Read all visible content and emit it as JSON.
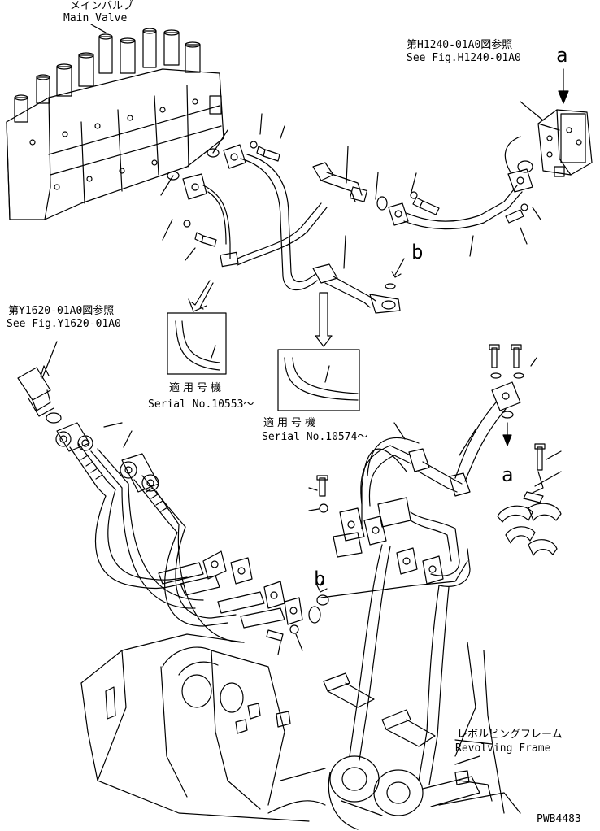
{
  "labels": {
    "main_valve_jp": "メインバルブ",
    "main_valve_en": "Main Valve",
    "ref_h1240_jp": "第H1240-01A0図参照",
    "ref_h1240_en": "See Fig.H1240-01A0",
    "ref_y1620_jp": "第Y1620-01A0図参照",
    "ref_y1620_en": "See Fig.Y1620-01A0",
    "serial_a_jp": "適用号機",
    "serial_a_en": "Serial No.10553～",
    "serial_b_jp": "適用号機",
    "serial_b_en": "Serial No.10574～",
    "revolving_frame_jp": "レボルビングフレーム",
    "revolving_frame_en": "Revolving Frame",
    "drawing_no": "PWB4483"
  },
  "callouts": {
    "a_top": "a",
    "a_mid": "a",
    "b_top": "b",
    "b_mid": "b"
  }
}
